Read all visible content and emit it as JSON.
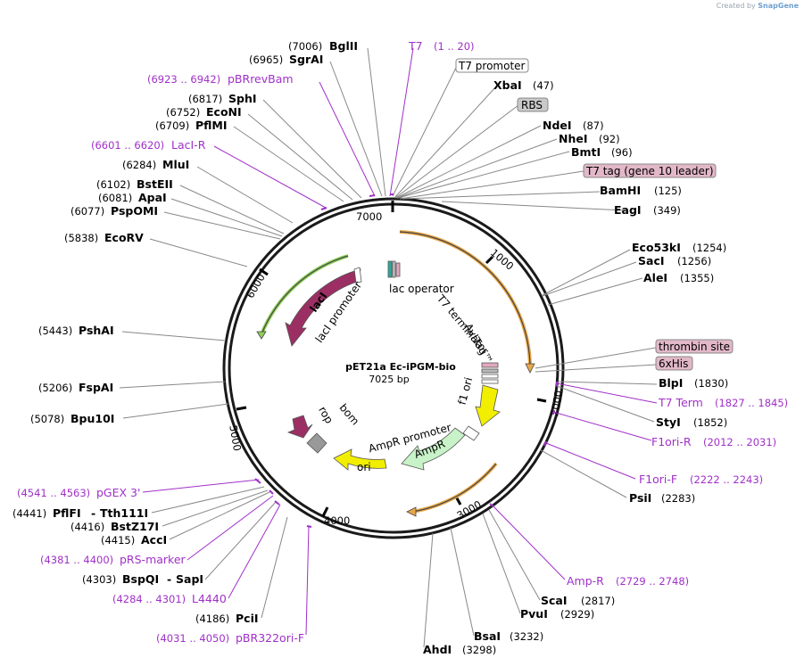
{
  "credit": {
    "prefix": "Created by",
    "brand": "SnapGene"
  },
  "plasmid": {
    "name": "pET21a Ec-iPGM-bio",
    "length_label": "7025 bp"
  },
  "ring_ticks": [
    "1000",
    "2000",
    "3000",
    "4000",
    "5000",
    "6000",
    "7000"
  ],
  "sites": [
    {
      "name": "BglII",
      "num": "(7006)",
      "side": "left",
      "color": "#888"
    },
    {
      "name": "SgrAI",
      "num": "(6965)",
      "side": "left",
      "color": "#888"
    },
    {
      "name": "pBRrevBam",
      "num": "(6923 .. 6942)",
      "side": "left",
      "primer": true
    },
    {
      "name": "SphI",
      "num": "(6817)",
      "side": "left"
    },
    {
      "name": "EcoNI",
      "num": "(6752)",
      "side": "left"
    },
    {
      "name": "PflMI",
      "num": "(6709)",
      "side": "left"
    },
    {
      "name": "LacI-R",
      "num": "(6601 .. 6620)",
      "side": "left",
      "primer": true
    },
    {
      "name": "MluI",
      "num": "(6284)",
      "side": "left"
    },
    {
      "name": "BstEII",
      "num": "(6102)",
      "side": "left"
    },
    {
      "name": "ApaI",
      "num": "(6081)",
      "side": "left"
    },
    {
      "name": "PspOMI",
      "num": "(6077)",
      "side": "left"
    },
    {
      "name": "EcoRV",
      "num": "(5838)",
      "side": "left"
    },
    {
      "name": "PshAI",
      "num": "(5443)",
      "side": "left"
    },
    {
      "name": "FspAI",
      "num": "(5206)",
      "side": "left"
    },
    {
      "name": "Bpu10I",
      "num": "(5078)",
      "side": "left"
    },
    {
      "name": "pGEX 3'",
      "num": "(4541 .. 4563)",
      "side": "left",
      "primer": true
    },
    {
      "name": "PflFI",
      "num": "(4441)",
      "side": "left",
      "extra": "Tth111I"
    },
    {
      "name": "BstZ17I",
      "num": "(4416)",
      "side": "left"
    },
    {
      "name": "AccI",
      "num": "(4415)",
      "side": "left"
    },
    {
      "name": "pRS-marker",
      "num": "(4381 .. 4400)",
      "side": "left",
      "primer": true
    },
    {
      "name": "BspQI",
      "num": "(4303)",
      "side": "left",
      "extra": "SapI"
    },
    {
      "name": "L4440",
      "num": "(4284 .. 4301)",
      "side": "left",
      "primer": true
    },
    {
      "name": "PciI",
      "num": "(4186)",
      "side": "left"
    },
    {
      "name": "pBR322ori-F",
      "num": "(4031 .. 4050)",
      "side": "left",
      "primer": true
    },
    {
      "name": "T7",
      "num": "(1 .. 20)",
      "side": "right",
      "primer": true
    },
    {
      "name": "T7 promoter",
      "num": "",
      "side": "right",
      "box": "white"
    },
    {
      "name": "XbaI",
      "num": "(47)",
      "side": "right"
    },
    {
      "name": "RBS",
      "num": "",
      "side": "right",
      "box": "grey"
    },
    {
      "name": "NdeI",
      "num": "(87)",
      "side": "right"
    },
    {
      "name": "NheI",
      "num": "(92)",
      "side": "right"
    },
    {
      "name": "BmtI",
      "num": "(96)",
      "side": "right"
    },
    {
      "name": "T7 tag (gene 10 leader)",
      "num": "",
      "side": "right",
      "box": "pink"
    },
    {
      "name": "BamHI",
      "num": "(125)",
      "side": "right"
    },
    {
      "name": "EagI",
      "num": "(349)",
      "side": "right"
    },
    {
      "name": "Eco53kI",
      "num": "(1254)",
      "side": "right"
    },
    {
      "name": "SacI",
      "num": "(1256)",
      "side": "right"
    },
    {
      "name": "AleI",
      "num": "(1355)",
      "side": "right"
    },
    {
      "name": "thrombin site",
      "num": "",
      "side": "right",
      "box": "pink"
    },
    {
      "name": "6xHis",
      "num": "",
      "side": "right",
      "box": "pink"
    },
    {
      "name": "BlpI",
      "num": "(1830)",
      "side": "right"
    },
    {
      "name": "T7 Term",
      "num": "(1827 .. 1845)",
      "side": "right",
      "primer": true
    },
    {
      "name": "StyI",
      "num": "(1852)",
      "side": "right"
    },
    {
      "name": "F1ori-R",
      "num": "(2012 .. 2031)",
      "side": "right",
      "primer": true
    },
    {
      "name": "F1ori-F",
      "num": "(2222 .. 2243)",
      "side": "right",
      "primer": true
    },
    {
      "name": "PsiI",
      "num": "(2283)",
      "side": "right"
    },
    {
      "name": "Amp-R",
      "num": "(2729 .. 2748)",
      "side": "right",
      "primer": true
    },
    {
      "name": "ScaI",
      "num": "(2817)",
      "side": "right"
    },
    {
      "name": "PvuI",
      "num": "(2929)",
      "side": "right"
    },
    {
      "name": "BsaI",
      "num": "(3232)",
      "side": "right"
    },
    {
      "name": "AhdI",
      "num": "(3298)",
      "side": "right"
    }
  ],
  "features": [
    {
      "name": "lacI",
      "color": "#9b2f63"
    },
    {
      "name": "lacI promoter",
      "color": "#ffffff"
    },
    {
      "name": "lac operator",
      "color": "#2fa8a0"
    },
    {
      "name": "T7 terminator",
      "color": "#b8b8b8"
    },
    {
      "name": "AvITag™",
      "color": "#e2a8c0"
    },
    {
      "name": "f1 ori",
      "color": "#f2ee00"
    },
    {
      "name": "AmpR promoter",
      "color": "#ffffff"
    },
    {
      "name": "AmpR",
      "color": "#c8f2c8"
    },
    {
      "name": "ori",
      "color": "#f2ee00"
    },
    {
      "name": "rop",
      "color": "#9b2f63"
    },
    {
      "name": "bom",
      "color": "#999999"
    }
  ],
  "colors": {
    "primer": "#a030c8",
    "orf_orange": "#e8a84a",
    "orf_green": "#8fcf5a",
    "backbone": "#1a1a1a"
  }
}
